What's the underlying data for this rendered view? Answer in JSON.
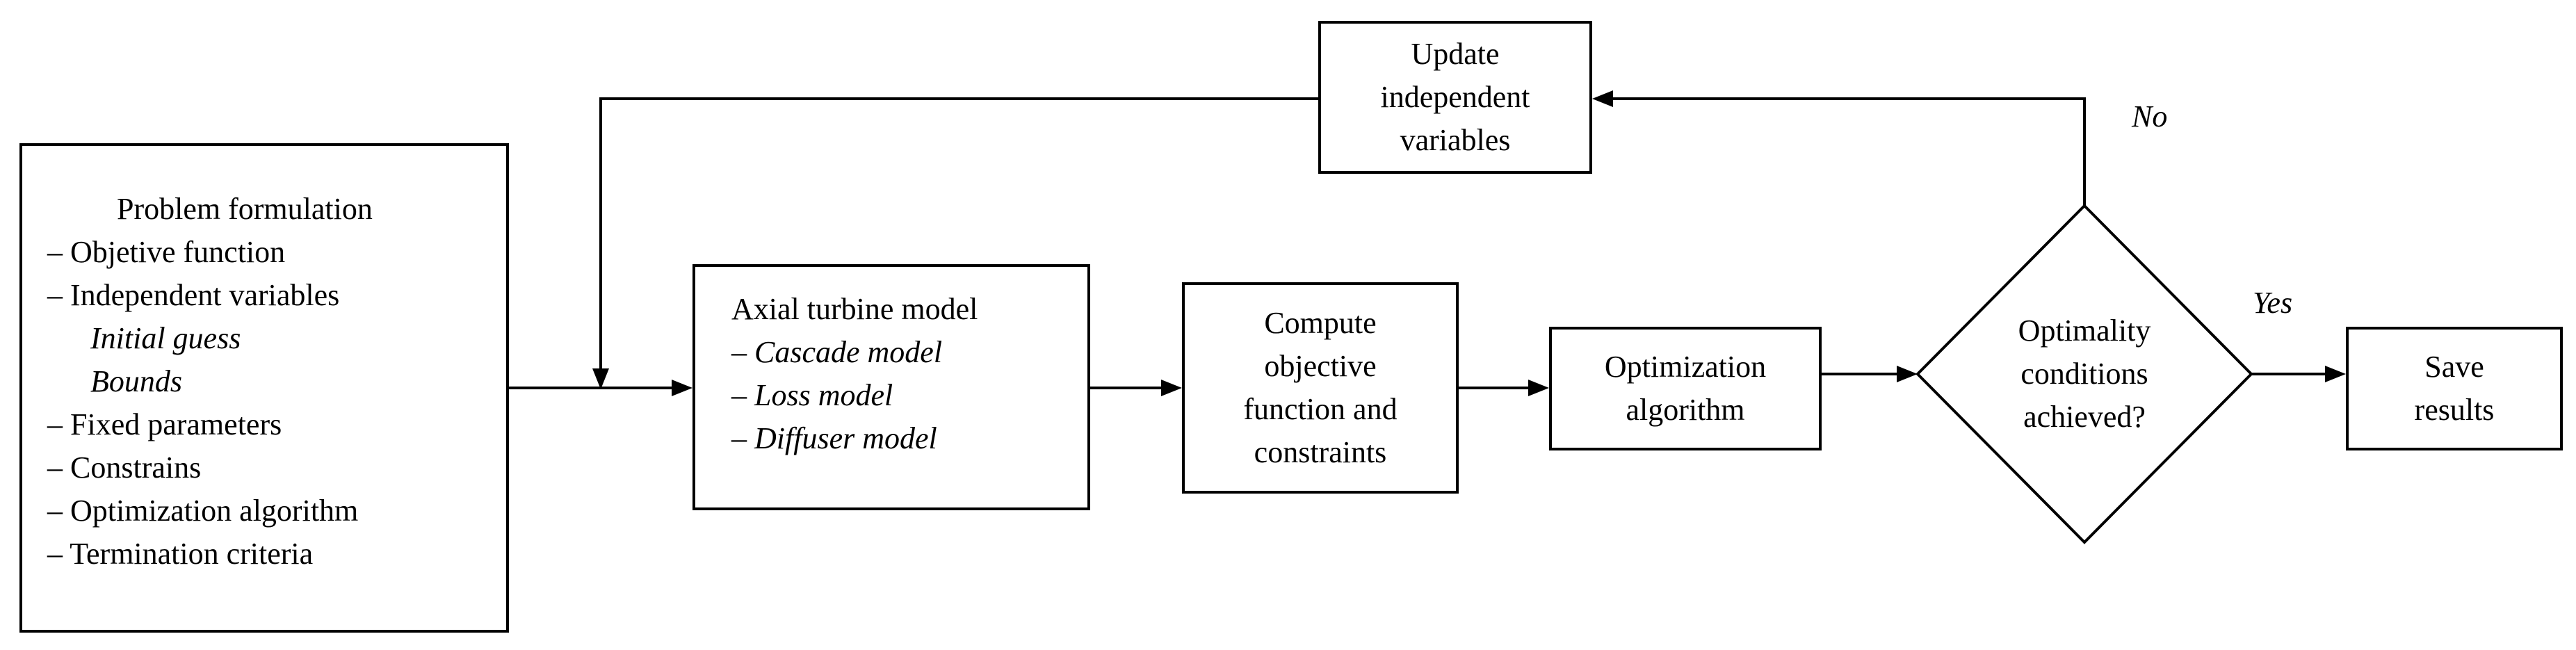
{
  "problem": {
    "title": "Problem formulation",
    "items": [
      {
        "text": "– Objetive function",
        "italic": false
      },
      {
        "text": "– Independent variables",
        "italic": false
      },
      {
        "text": "Initial guess",
        "italic": true
      },
      {
        "text": "Bounds",
        "italic": true
      },
      {
        "text": "– Fixed parameters",
        "italic": false
      },
      {
        "text": "– Constrains",
        "italic": false
      },
      {
        "text": "– Optimization algorithm",
        "italic": false
      },
      {
        "text": "– Termination criteria",
        "italic": false
      }
    ]
  },
  "turbine": {
    "title": "Axial turbine model",
    "items": [
      {
        "dash": "– ",
        "text": "Cascade model"
      },
      {
        "dash": "– ",
        "text": "Loss model"
      },
      {
        "dash": "– ",
        "text": "Diffuser model"
      }
    ]
  },
  "compute": {
    "lines": [
      "Compute",
      "objective",
      "function and",
      "constraints"
    ]
  },
  "optimizer": {
    "lines": [
      "Optimization",
      "algorithm"
    ]
  },
  "decision": {
    "lines": [
      "Optimality",
      "conditions",
      "achieved?"
    ]
  },
  "update": {
    "lines": [
      "Update",
      "independent",
      "variables"
    ]
  },
  "save": {
    "lines": [
      "Save",
      "results"
    ]
  },
  "labels": {
    "no": "No",
    "yes": "Yes"
  }
}
